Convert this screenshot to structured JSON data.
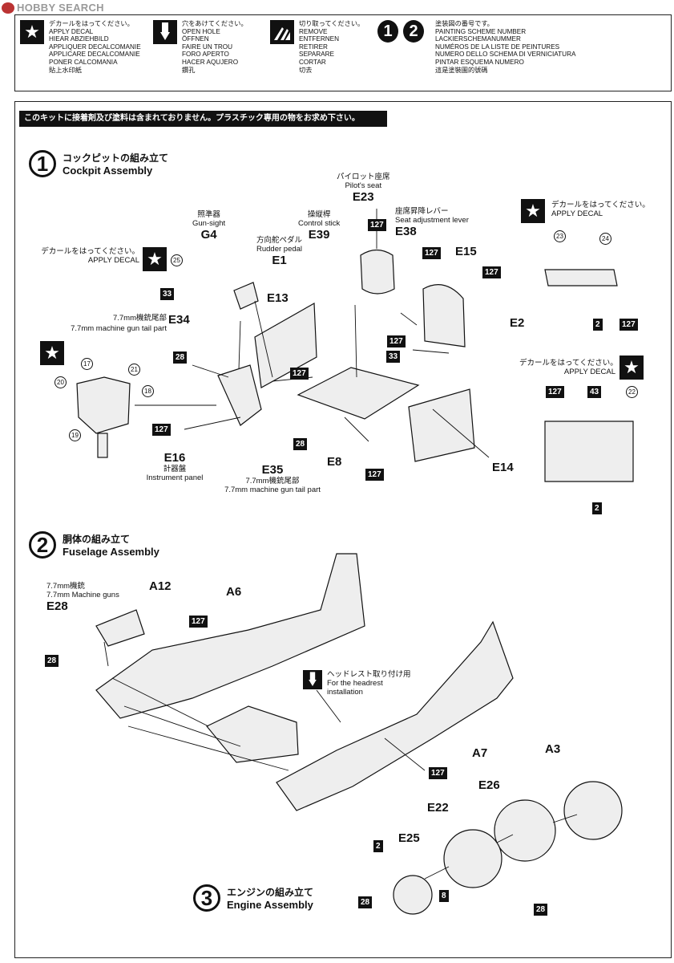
{
  "watermark": "HOBBY SEARCH",
  "legend": {
    "decal": {
      "icon": "star-icon",
      "lines": "デカールをはってください。\nAPPLY DECAL\nHIEAR ABZIEHBILD\nAPPLIQUER DECALCOMANIE\nAPPLICARE DECALCOMANIE\nPONER CALCOMANIA\n貼上水印紙"
    },
    "hole": {
      "icon": "drill-icon",
      "lines": "穴をあけてください。\nOPEN HOLE\nÖFFNEN\nFAIRE UN TROU\nFORO APERTO\nHACER AQUJERO\n鑽孔"
    },
    "remove": {
      "icon": "cut-icon",
      "lines": "切り取ってください。\nREMOVE\nENTFERNEN\nRETIRER\nSEPARARE\nCORTAR\n切去"
    },
    "scheme": {
      "nums": [
        "1",
        "2"
      ],
      "lines": "塗装図の番号です。\nPAINTING SCHEME NUMBER\nLACKIERSCHEMANUMMER\nNUMÉROS DE LA LISTE DE PEINTURES\nNUMERO DELLO SCHEMA DI VERNICIATURA\nPINTAR ESQUEMA NUMERO\n這是塗裝圖的號碼"
    }
  },
  "banner": "このキットに接着剤及び塗料は含まれておりません。プラスチック専用の物をお求め下さい。",
  "steps": [
    {
      "num": "1",
      "jp": "コックピットの組み立て",
      "en": "Cockpit Assembly"
    },
    {
      "num": "2",
      "jp": "胴体の組み立て",
      "en": "Fuselage Assembly"
    },
    {
      "num": "3",
      "jp": "エンジンの組み立て",
      "en": "Engine Assembly"
    }
  ],
  "step1": {
    "pilot_seat": {
      "jp": "パイロット座席",
      "en": "Pilot's seat",
      "part": "E23"
    },
    "control_stick": {
      "jp": "操縦桿",
      "en": "Control stick",
      "part": "E39"
    },
    "seat_lever": {
      "jp": "座席昇降レバー",
      "en": "Seat adjustment lever",
      "part": "E38"
    },
    "gun_sight": {
      "jp": "照準器",
      "en": "Gun-sight",
      "part": "G4"
    },
    "rudder": {
      "jp": "方向舵ペダル",
      "en": "Rudder pedal",
      "part": "E1"
    },
    "decal_left": {
      "jp": "デカールをはってください。",
      "en": "APPLY DECAL"
    },
    "decal_right_top": {
      "jp": "デカールをはってください。",
      "en": "APPLY DECAL"
    },
    "decal_right_mid": {
      "jp": "デカールをはってください。",
      "en": "APPLY DECAL"
    },
    "mg_tail_left": {
      "jp": "7.7mm機銃尾部",
      "en": "7.7mm machine gun tail part",
      "part": "E34"
    },
    "mg_tail_bottom": {
      "jp": "7.7mm機銃尾部",
      "en": "7.7mm machine gun tail part",
      "part": "E35"
    },
    "instrument": {
      "jp": "計器盤",
      "en": "Instrument panel",
      "part": "E16"
    },
    "parts": {
      "e13": "E13",
      "e15": "E15",
      "e2": "E2",
      "e8": "E8",
      "e14": "E14"
    },
    "paint": {
      "p127": "127",
      "p33": "33",
      "p28": "28",
      "p2": "2",
      "p43": "43"
    },
    "decals": {
      "d25": "25",
      "d23": "23",
      "d24": "24",
      "d22": "22",
      "d17": "17",
      "d21": "21",
      "d20": "20",
      "d18": "18",
      "d19": "19"
    }
  },
  "step2": {
    "mg": {
      "jp": "7.7mm機銃",
      "en": "7.7mm Machine guns",
      "part": "E28"
    },
    "parts": {
      "a12": "A12",
      "a6": "A6",
      "a7": "A7"
    },
    "headrest": {
      "jp": "ヘッドレスト取り付け用",
      "en": "For the headrest\ninstallation"
    },
    "paint": {
      "p127": "127",
      "p28": "28"
    }
  },
  "step3": {
    "parts": {
      "a3": "A3",
      "e26": "E26",
      "e22": "E22",
      "e25": "E25"
    },
    "paint": {
      "p2": "2",
      "p8": "8",
      "p28": "28"
    }
  }
}
